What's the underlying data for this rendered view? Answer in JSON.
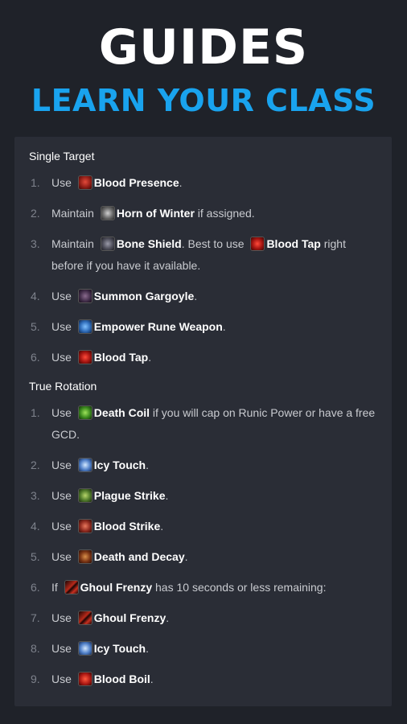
{
  "hero": {
    "title": "GUIDES",
    "subtitle": "LEARN YOUR CLASS"
  },
  "sections": [
    {
      "title": "Single Target",
      "steps": [
        {
          "num": "1.",
          "pre": "Use",
          "icon": "blood-presence-icon",
          "spell": "Blood Presence",
          "post": "."
        },
        {
          "num": "2.",
          "pre": "Maintain",
          "icon": "horn-of-winter-icon",
          "spell": "Horn of Winter",
          "post": " if assigned."
        },
        {
          "num": "3.",
          "pre": "Maintain",
          "icon": "bone-shield-icon",
          "spell": "Bone Shield",
          "mid": ". Best to use",
          "icon2": "blood-tap-icon",
          "spell2": "Blood Tap",
          "post": " right before if you have it available."
        },
        {
          "num": "4.",
          "pre": "Use",
          "icon": "summon-gargoyle-icon",
          "spell": "Summon Gargoyle",
          "post": "."
        },
        {
          "num": "5.",
          "pre": "Use",
          "icon": "empower-rune-weapon-icon",
          "spell": "Empower Rune Weapon",
          "post": "."
        },
        {
          "num": "6.",
          "pre": "Use",
          "icon": "blood-tap-icon",
          "spell": "Blood Tap",
          "post": "."
        }
      ]
    },
    {
      "title": "True Rotation",
      "steps": [
        {
          "num": "1.",
          "pre": "Use",
          "icon": "death-coil-icon",
          "spell": "Death Coil",
          "post": " if you will cap on Runic Power or have a free GCD."
        },
        {
          "num": "2.",
          "pre": "Use",
          "icon": "icy-touch-icon",
          "spell": "Icy Touch",
          "post": "."
        },
        {
          "num": "3.",
          "pre": "Use",
          "icon": "plague-strike-icon",
          "spell": "Plague Strike",
          "post": "."
        },
        {
          "num": "4.",
          "pre": "Use",
          "icon": "blood-strike-icon",
          "spell": "Blood Strike",
          "post": "."
        },
        {
          "num": "5.",
          "pre": "Use",
          "icon": "death-and-decay-icon",
          "spell": "Death and Decay",
          "post": "."
        },
        {
          "num": "6.",
          "pre": "If",
          "icon": "ghoul-frenzy-icon",
          "spell": "Ghoul Frenzy",
          "post": " has 10 seconds or less remaining:"
        },
        {
          "num": "7.",
          "pre": "Use",
          "icon": "ghoul-frenzy-icon",
          "spell": "Ghoul Frenzy",
          "post": "."
        },
        {
          "num": "8.",
          "pre": "Use",
          "icon": "icy-touch-icon",
          "spell": "Icy Touch",
          "post": "."
        },
        {
          "num": "9.",
          "pre": "Use",
          "icon": "blood-boil-icon",
          "spell": "Blood Boil",
          "post": "."
        }
      ]
    }
  ]
}
